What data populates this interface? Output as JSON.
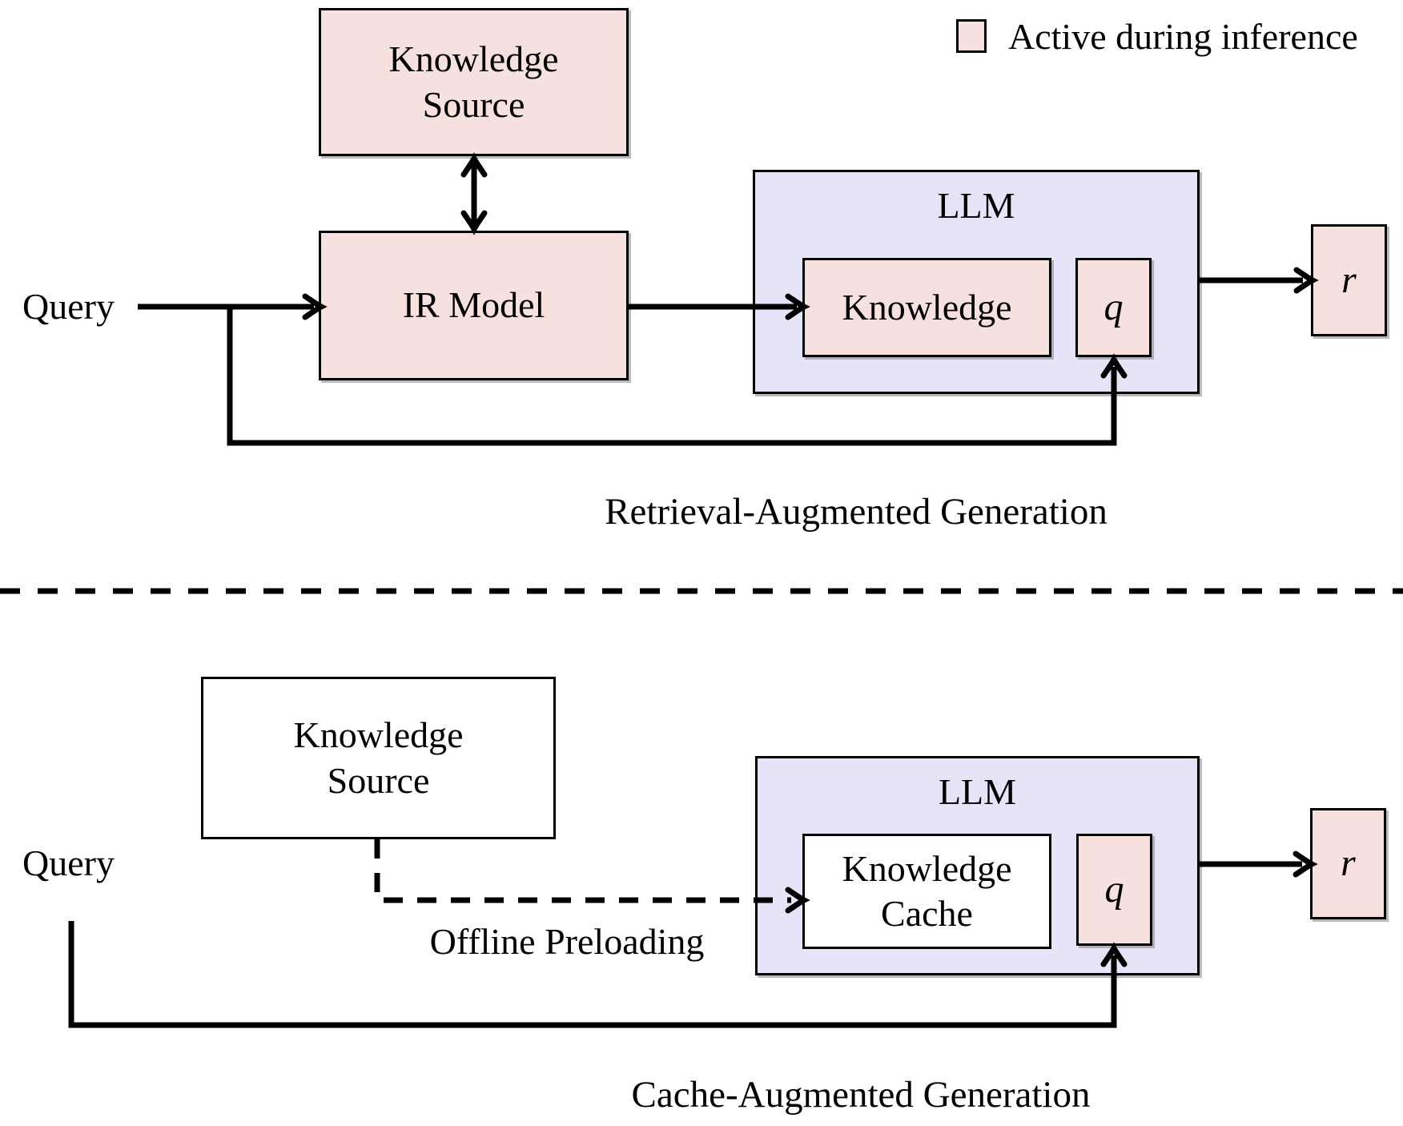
{
  "figure": {
    "legend": {
      "label": "Active during inference"
    },
    "colors": {
      "active_fill": "#f6e1df",
      "llm_fill": "#e6e4f9",
      "inactive_fill": "#ffffff",
      "line": "#000000"
    },
    "rag": {
      "caption": "Retrieval-Augmented Generation",
      "query_label": "Query",
      "knowledge_source_lines": [
        "Knowledge",
        "Source"
      ],
      "ir_model_label": "IR Model",
      "llm_label": "LLM",
      "knowledge_label": "Knowledge",
      "query_token_label": "q",
      "response_label": "r"
    },
    "cag": {
      "caption": "Cache-Augmented Generation",
      "query_label": "Query",
      "knowledge_source_lines": [
        "Knowledge",
        "Source"
      ],
      "offline_preloading_label": "Offline Preloading",
      "llm_label": "LLM",
      "knowledge_cache_lines": [
        "Knowledge",
        "Cache"
      ],
      "query_token_label": "q",
      "response_label": "r"
    }
  }
}
